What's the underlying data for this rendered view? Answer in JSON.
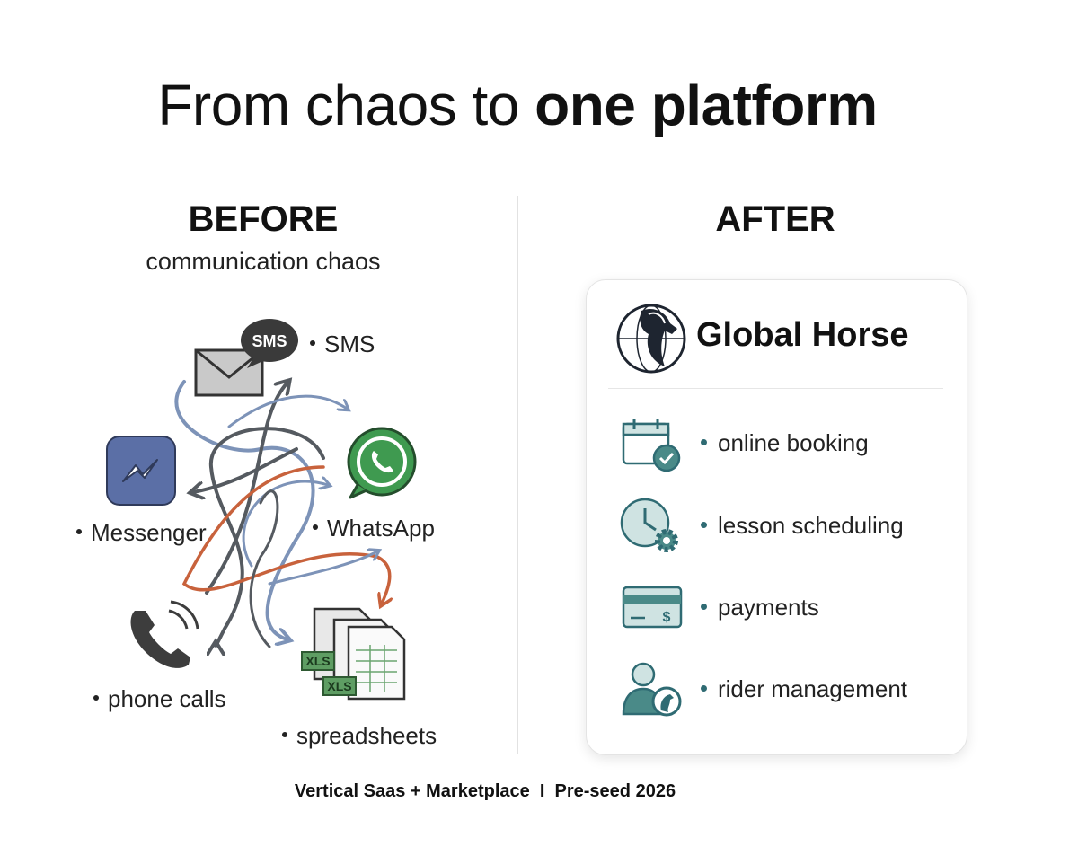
{
  "title": {
    "regular": "From chaos to",
    "bold": "one platform"
  },
  "before": {
    "heading": "BEFORE",
    "subheading": "communication chaos",
    "channels": [
      {
        "label": "SMS",
        "icon": "sms-envelope-icon"
      },
      {
        "label": "Messenger",
        "icon": "messenger-icon"
      },
      {
        "label": "WhatsApp",
        "icon": "whatsapp-icon"
      },
      {
        "label": "phone calls",
        "icon": "phone-icon"
      },
      {
        "label": "spreadsheets",
        "icon": "spreadsheet-icon"
      }
    ],
    "sms_bubble_text": "SMS",
    "xls_text": "XLS"
  },
  "after": {
    "heading": "AFTER",
    "brand": "Global Horse",
    "features": [
      {
        "label": "online booking",
        "icon": "calendar-check-icon"
      },
      {
        "label": "lesson scheduling",
        "icon": "clock-gear-icon"
      },
      {
        "label": "payments",
        "icon": "credit-card-icon"
      },
      {
        "label": "rider management",
        "icon": "rider-horse-icon"
      }
    ]
  },
  "footer": "Vertical Saas + Marketplace  I  Pre-seed 2026",
  "colors": {
    "accent": "#2f6b73",
    "accent_light": "#cfe3e2",
    "arrow_blue": "#7d93b8",
    "arrow_orange": "#c8623c",
    "arrow_gray": "#555a60"
  }
}
